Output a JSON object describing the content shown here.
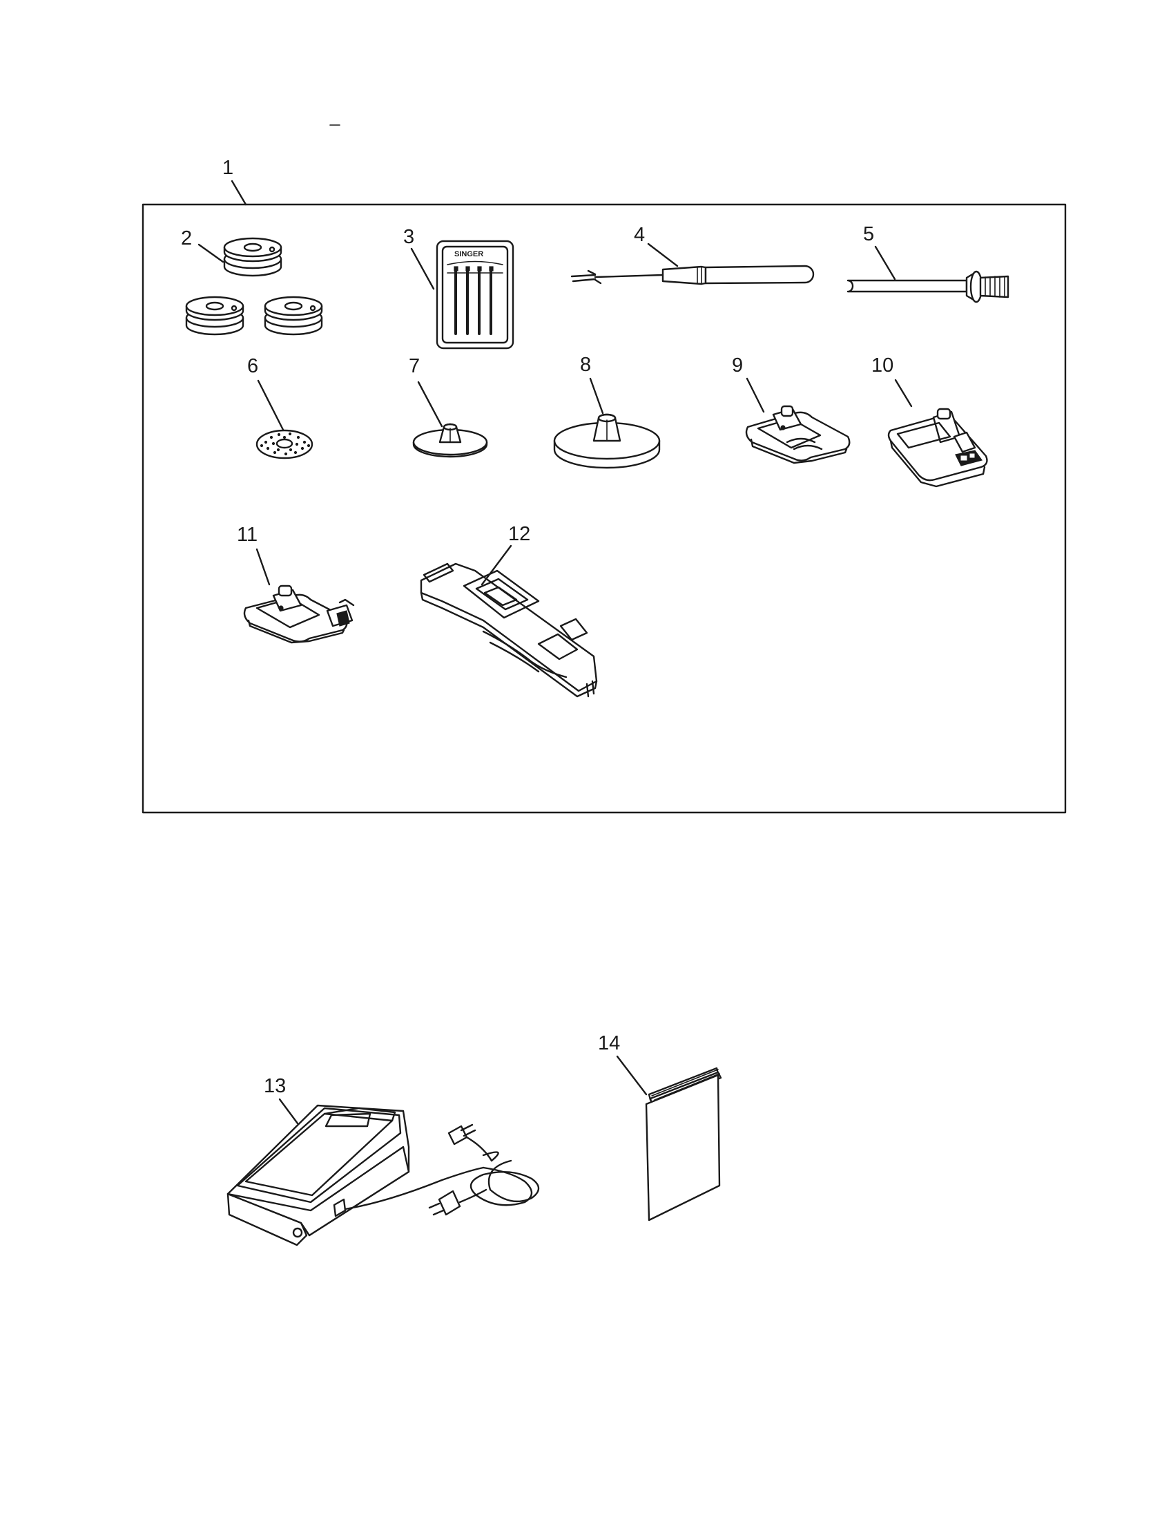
{
  "callouts": {
    "c1": "1",
    "c2": "2",
    "c3": "3",
    "c4": "4",
    "c5": "5",
    "c6": "6",
    "c7": "7",
    "c8": "8",
    "c9": "9",
    "c10": "10",
    "c11": "11",
    "c12": "12",
    "c13": "13",
    "c14": "14"
  },
  "needle_pack_brand": "SINGER"
}
